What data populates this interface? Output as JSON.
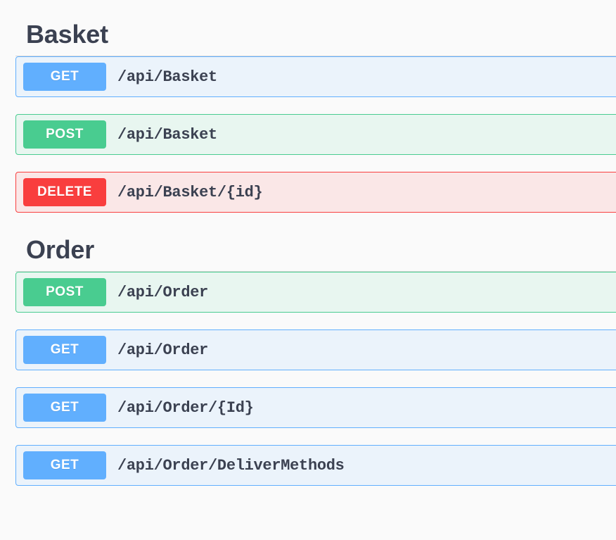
{
  "page": {
    "background": "#fafafa",
    "text_color": "#3b4151"
  },
  "method_colors": {
    "GET": "#61affe",
    "POST": "#49cc90",
    "DELETE": "#f93e3e"
  },
  "sections": [
    {
      "title": "Basket",
      "operations": [
        {
          "method": "GET",
          "path": "/api/Basket"
        },
        {
          "method": "POST",
          "path": "/api/Basket"
        },
        {
          "method": "DELETE",
          "path": "/api/Basket/{id}"
        }
      ]
    },
    {
      "title": "Order",
      "operations": [
        {
          "method": "POST",
          "path": "/api/Order"
        },
        {
          "method": "GET",
          "path": "/api/Order"
        },
        {
          "method": "GET",
          "path": "/api/Order/{Id}"
        },
        {
          "method": "GET",
          "path": "/api/Order/DeliverMethods"
        }
      ]
    }
  ]
}
